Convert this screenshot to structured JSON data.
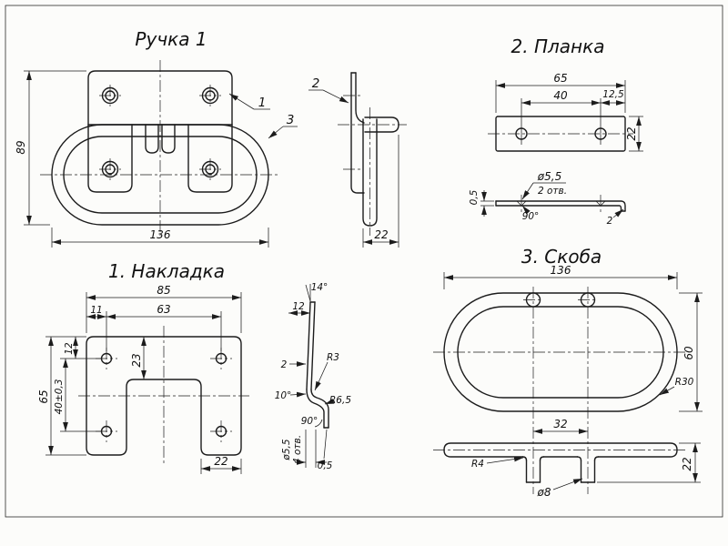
{
  "handle": {
    "title": "Ручка 1",
    "dim_height": "89",
    "dim_width": "136",
    "dim_depth": "22",
    "callout_plate": "1",
    "callout_strap": "2",
    "callout_bail": "3"
  },
  "planka": {
    "title": "2. Планка",
    "dim_width": "65",
    "dim_hole_spacing": "40",
    "dim_hole_edge": "12,5",
    "dim_height": "22",
    "dim_hole_dia": "ø5,5",
    "dim_hole_count": "2 отв.",
    "dim_thickness": "0,5",
    "dim_csk_angle": "90°",
    "dim_flange": "2"
  },
  "nakladka": {
    "title": "1. Накладка",
    "dim_width": "85",
    "dim_hole_edge": "11",
    "dim_hole_spacing": "63",
    "dim_hole_top": "12",
    "dim_notch_depth": "23",
    "dim_height": "65",
    "dim_hole_vspacing": "40±0,3",
    "dim_leg_width": "22",
    "profile": {
      "angle_top": "14°",
      "flange_top": "12",
      "thickness": "2",
      "radius_top": "R3",
      "angle_mid": "10°",
      "radius_bottom": "R6,5",
      "angle_bottom": "90°",
      "hole_dia": "ø5,5",
      "hole_count": "4 отв.",
      "edge_thickness": "0,5"
    }
  },
  "skoba": {
    "title": "3. Скоба",
    "dim_width": "136",
    "dim_height": "60",
    "dim_radius": "R30",
    "dim_leg_spacing": "32",
    "dim_bend_radius": "R4",
    "dim_wire_dia": "ø8",
    "dim_leg_height": "22"
  }
}
